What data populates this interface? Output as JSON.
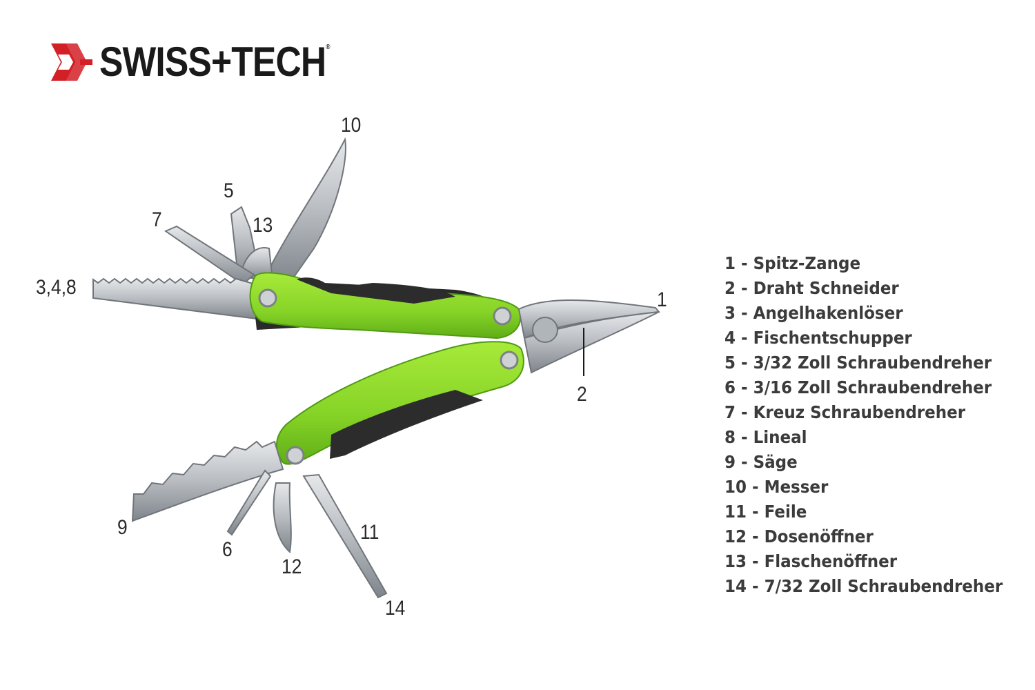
{
  "brand": {
    "name": "SWISS+TECH",
    "registered_mark": "®",
    "colors": {
      "mark": "#d32027",
      "text": "#1a1a1a"
    }
  },
  "tool_colors": {
    "handle": "#8ddc2a",
    "handle_dark": "#5fb51a",
    "grip": "#2a2a2a",
    "steel": "#c9ccd0",
    "steel_dark": "#8e9398"
  },
  "callouts": [
    {
      "id": "c1",
      "text": "1"
    },
    {
      "id": "c2",
      "text": "2"
    },
    {
      "id": "c348",
      "text": "3,4,8"
    },
    {
      "id": "c5",
      "text": "5"
    },
    {
      "id": "c6",
      "text": "6"
    },
    {
      "id": "c7",
      "text": "7"
    },
    {
      "id": "c9",
      "text": "9"
    },
    {
      "id": "c10",
      "text": "10"
    },
    {
      "id": "c11",
      "text": "11"
    },
    {
      "id": "c12",
      "text": "12"
    },
    {
      "id": "c13",
      "text": "13"
    },
    {
      "id": "c14",
      "text": "14"
    }
  ],
  "legend": [
    "1 - Spitz-Zange",
    "2 - Draht Schneider",
    "3 - Angelhakenlöser",
    "4 - Fischentschupper",
    "5 - 3/32 Zoll Schraubendreher",
    "6 - 3/16 Zoll Schraubendreher",
    "7 - Kreuz Schraubendreher",
    "8 - Lineal",
    "9 - Säge",
    "10 - Messer",
    "11 - Feile",
    "12 - Dosenöffner",
    "13 - Flaschenöffner",
    "14 - 7/32 Zoll Schraubendreher"
  ]
}
